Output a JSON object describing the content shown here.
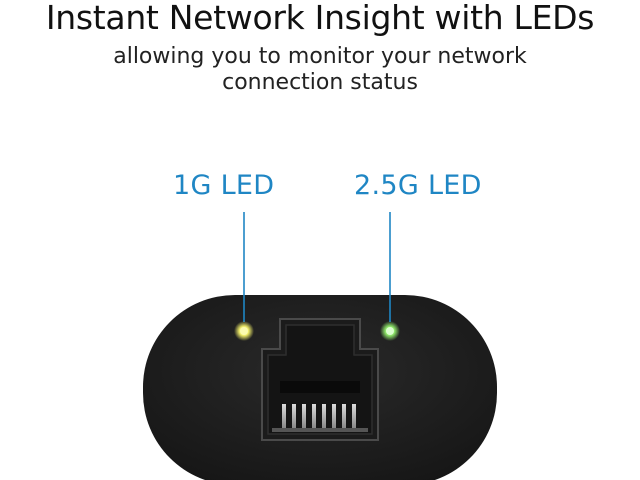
{
  "heading": {
    "title": "Instant Network Insight with LEDs",
    "subtitle_line1": "allowing you to monitor your network",
    "subtitle_line2": "connection status"
  },
  "callouts": {
    "led_1g": "1G LED",
    "led_25g": "2.5G LED"
  },
  "colors": {
    "callout": "#1f86c4",
    "device_body": "#222222",
    "led_1g": "#f4f07a",
    "led_25g": "#9cf07c"
  },
  "icons": {
    "device": "ethernet-adapter",
    "port": "rj45-port-icon"
  }
}
